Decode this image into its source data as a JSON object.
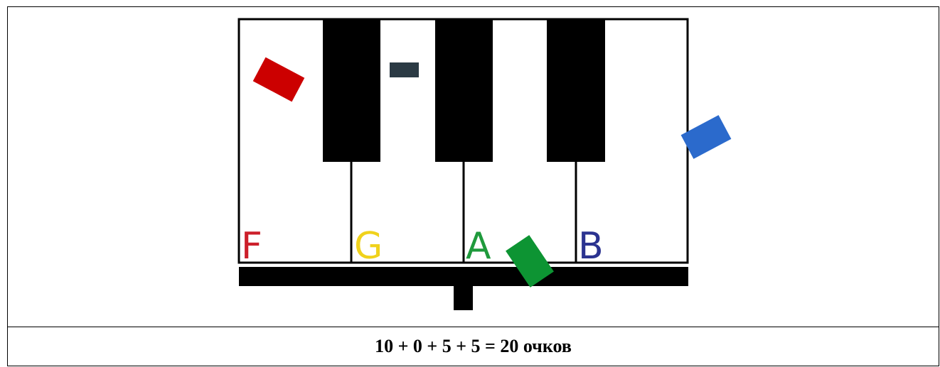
{
  "keys": {
    "white": [
      {
        "note": "F",
        "color": "#cc1f2a"
      },
      {
        "note": "G",
        "color": "#f0d21c"
      },
      {
        "note": "A",
        "color": "#1f9a3c"
      },
      {
        "note": "B",
        "color": "#2b3390"
      }
    ]
  },
  "blocks": [
    {
      "name": "red-block",
      "color": "#cc0000"
    },
    {
      "name": "dark-block",
      "color": "#2b3a44"
    },
    {
      "name": "blue-block",
      "color": "#2b6acc"
    },
    {
      "name": "green-block",
      "color": "#0d9433"
    }
  ],
  "score": {
    "text": "10 + 0 + 5 + 5 = 20 очков"
  }
}
